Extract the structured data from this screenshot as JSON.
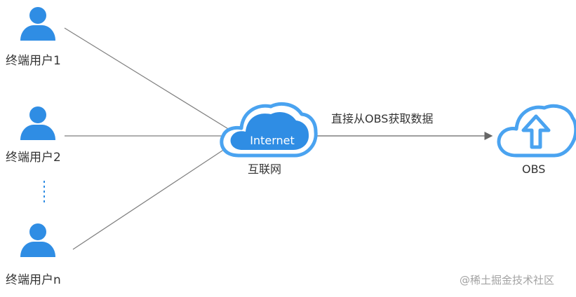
{
  "diagram": {
    "users": [
      {
        "label": "终端用户1"
      },
      {
        "label": "终端用户2"
      },
      {
        "label": "终端用户n"
      }
    ],
    "internet": {
      "cloud_text": "Internet",
      "label": "互联网"
    },
    "connection": {
      "label": "直接从OBS获取数据"
    },
    "storage": {
      "label": "OBS"
    },
    "watermark": "@稀土掘金技术社区"
  },
  "colors": {
    "accent": "#2f8de4",
    "accent_light": "#4aa3f0",
    "line": "#7f7f7f",
    "text": "#333333",
    "watermark": "#a3a3a3",
    "background": "#ffffff"
  },
  "icons": [
    "user-icon",
    "cloud-icon",
    "cloud-upload-icon",
    "arrow-right-icon"
  ]
}
